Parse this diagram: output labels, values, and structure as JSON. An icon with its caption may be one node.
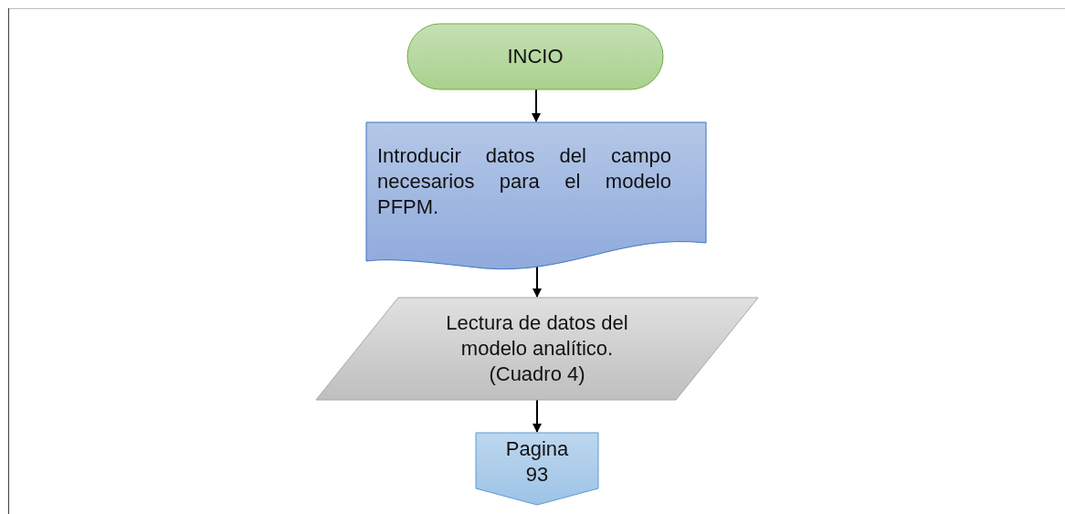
{
  "diagram": {
    "nodes": [
      {
        "text": [
          "INCIO"
        ]
      },
      {
        "text": [
          "Introducir datos del campo necesarios para el modelo PFPM."
        ]
      },
      {
        "text": [
          "Lectura de datos del modelo analítico. (Cuadro 4)"
        ]
      },
      {
        "text": [
          "Pagina 93"
        ]
      }
    ],
    "edges": [
      {
        "from": 0,
        "to": 1,
        "arrow": "to"
      },
      {
        "from": 1,
        "to": 2,
        "arrow": "to"
      },
      {
        "from": 2,
        "to": 3,
        "arrow": "to"
      }
    ]
  }
}
